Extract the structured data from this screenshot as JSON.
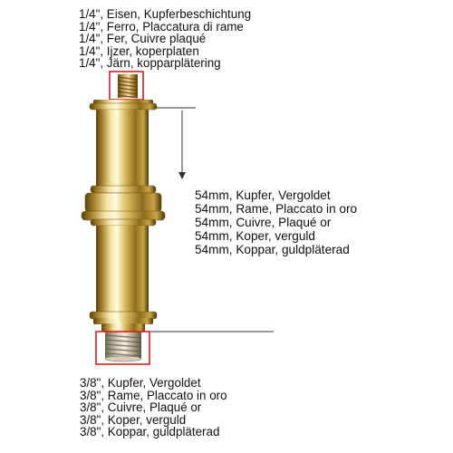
{
  "labels": {
    "top": [
      "1/4\", Eisen, Kupferbeschichtung",
      "1/4\", Ferro, Placcatura di rame",
      "1/4\", Fer, Cuivre plaqué",
      "1/4\", Ijzer, koperplaten",
      "1/4\", Järn, kopparplätering"
    ],
    "middle": [
      "54mm, Kupfer, Vergoldet",
      "54mm, Rame, Placcato in oro",
      "54mm, Cuivre, Plaqué or",
      "54mm, Koper, verguld",
      "54mm, Koppar, guldpläterad"
    ],
    "bottom": [
      "3/8\", Kupfer, Vergoldet",
      "3/8\", Rame, Placcato in oro",
      "3/8\", Cuivre, Plaqué or",
      "3/8\", Koper, verguld",
      "3/8\", Koppar, guldpläterad"
    ]
  },
  "colors": {
    "gold_light": "#f6e7a6",
    "gold_mid": "#c9a443",
    "gold_dark": "#6e5410",
    "highlight_box": "#d62020",
    "dimension_line": "#333333"
  }
}
